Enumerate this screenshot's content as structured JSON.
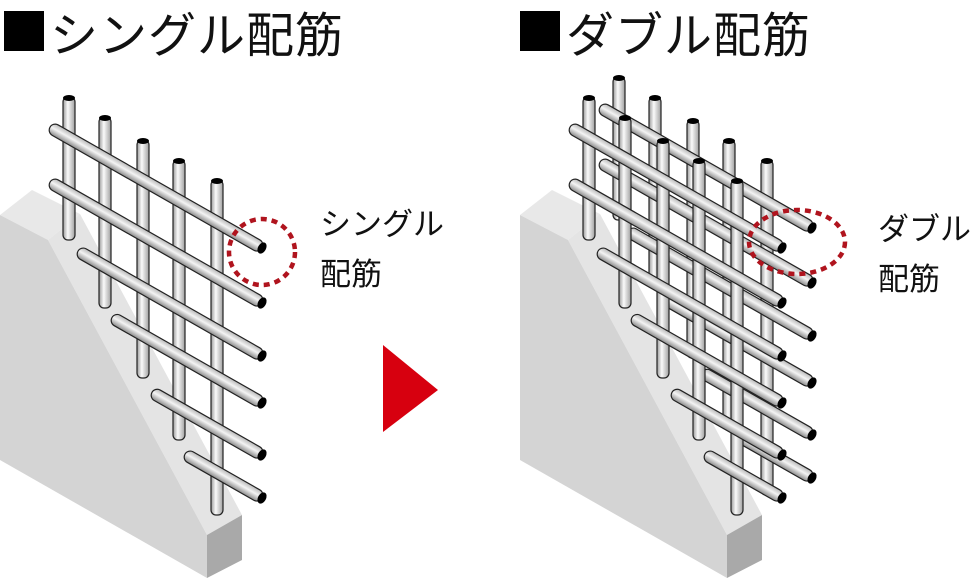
{
  "left": {
    "title": "シングル配筋",
    "label_line1": "シングル",
    "label_line2": "配筋"
  },
  "right": {
    "title": "ダブル配筋",
    "label_line1": "ダブル",
    "label_line2": "配筋"
  },
  "colors": {
    "accent_red": "#d7000f",
    "highlight_circle": "#b0141e",
    "wall_front": "#d4d4d4",
    "wall_top": "#e8e8e8",
    "wall_end": "#a9a9a9"
  }
}
